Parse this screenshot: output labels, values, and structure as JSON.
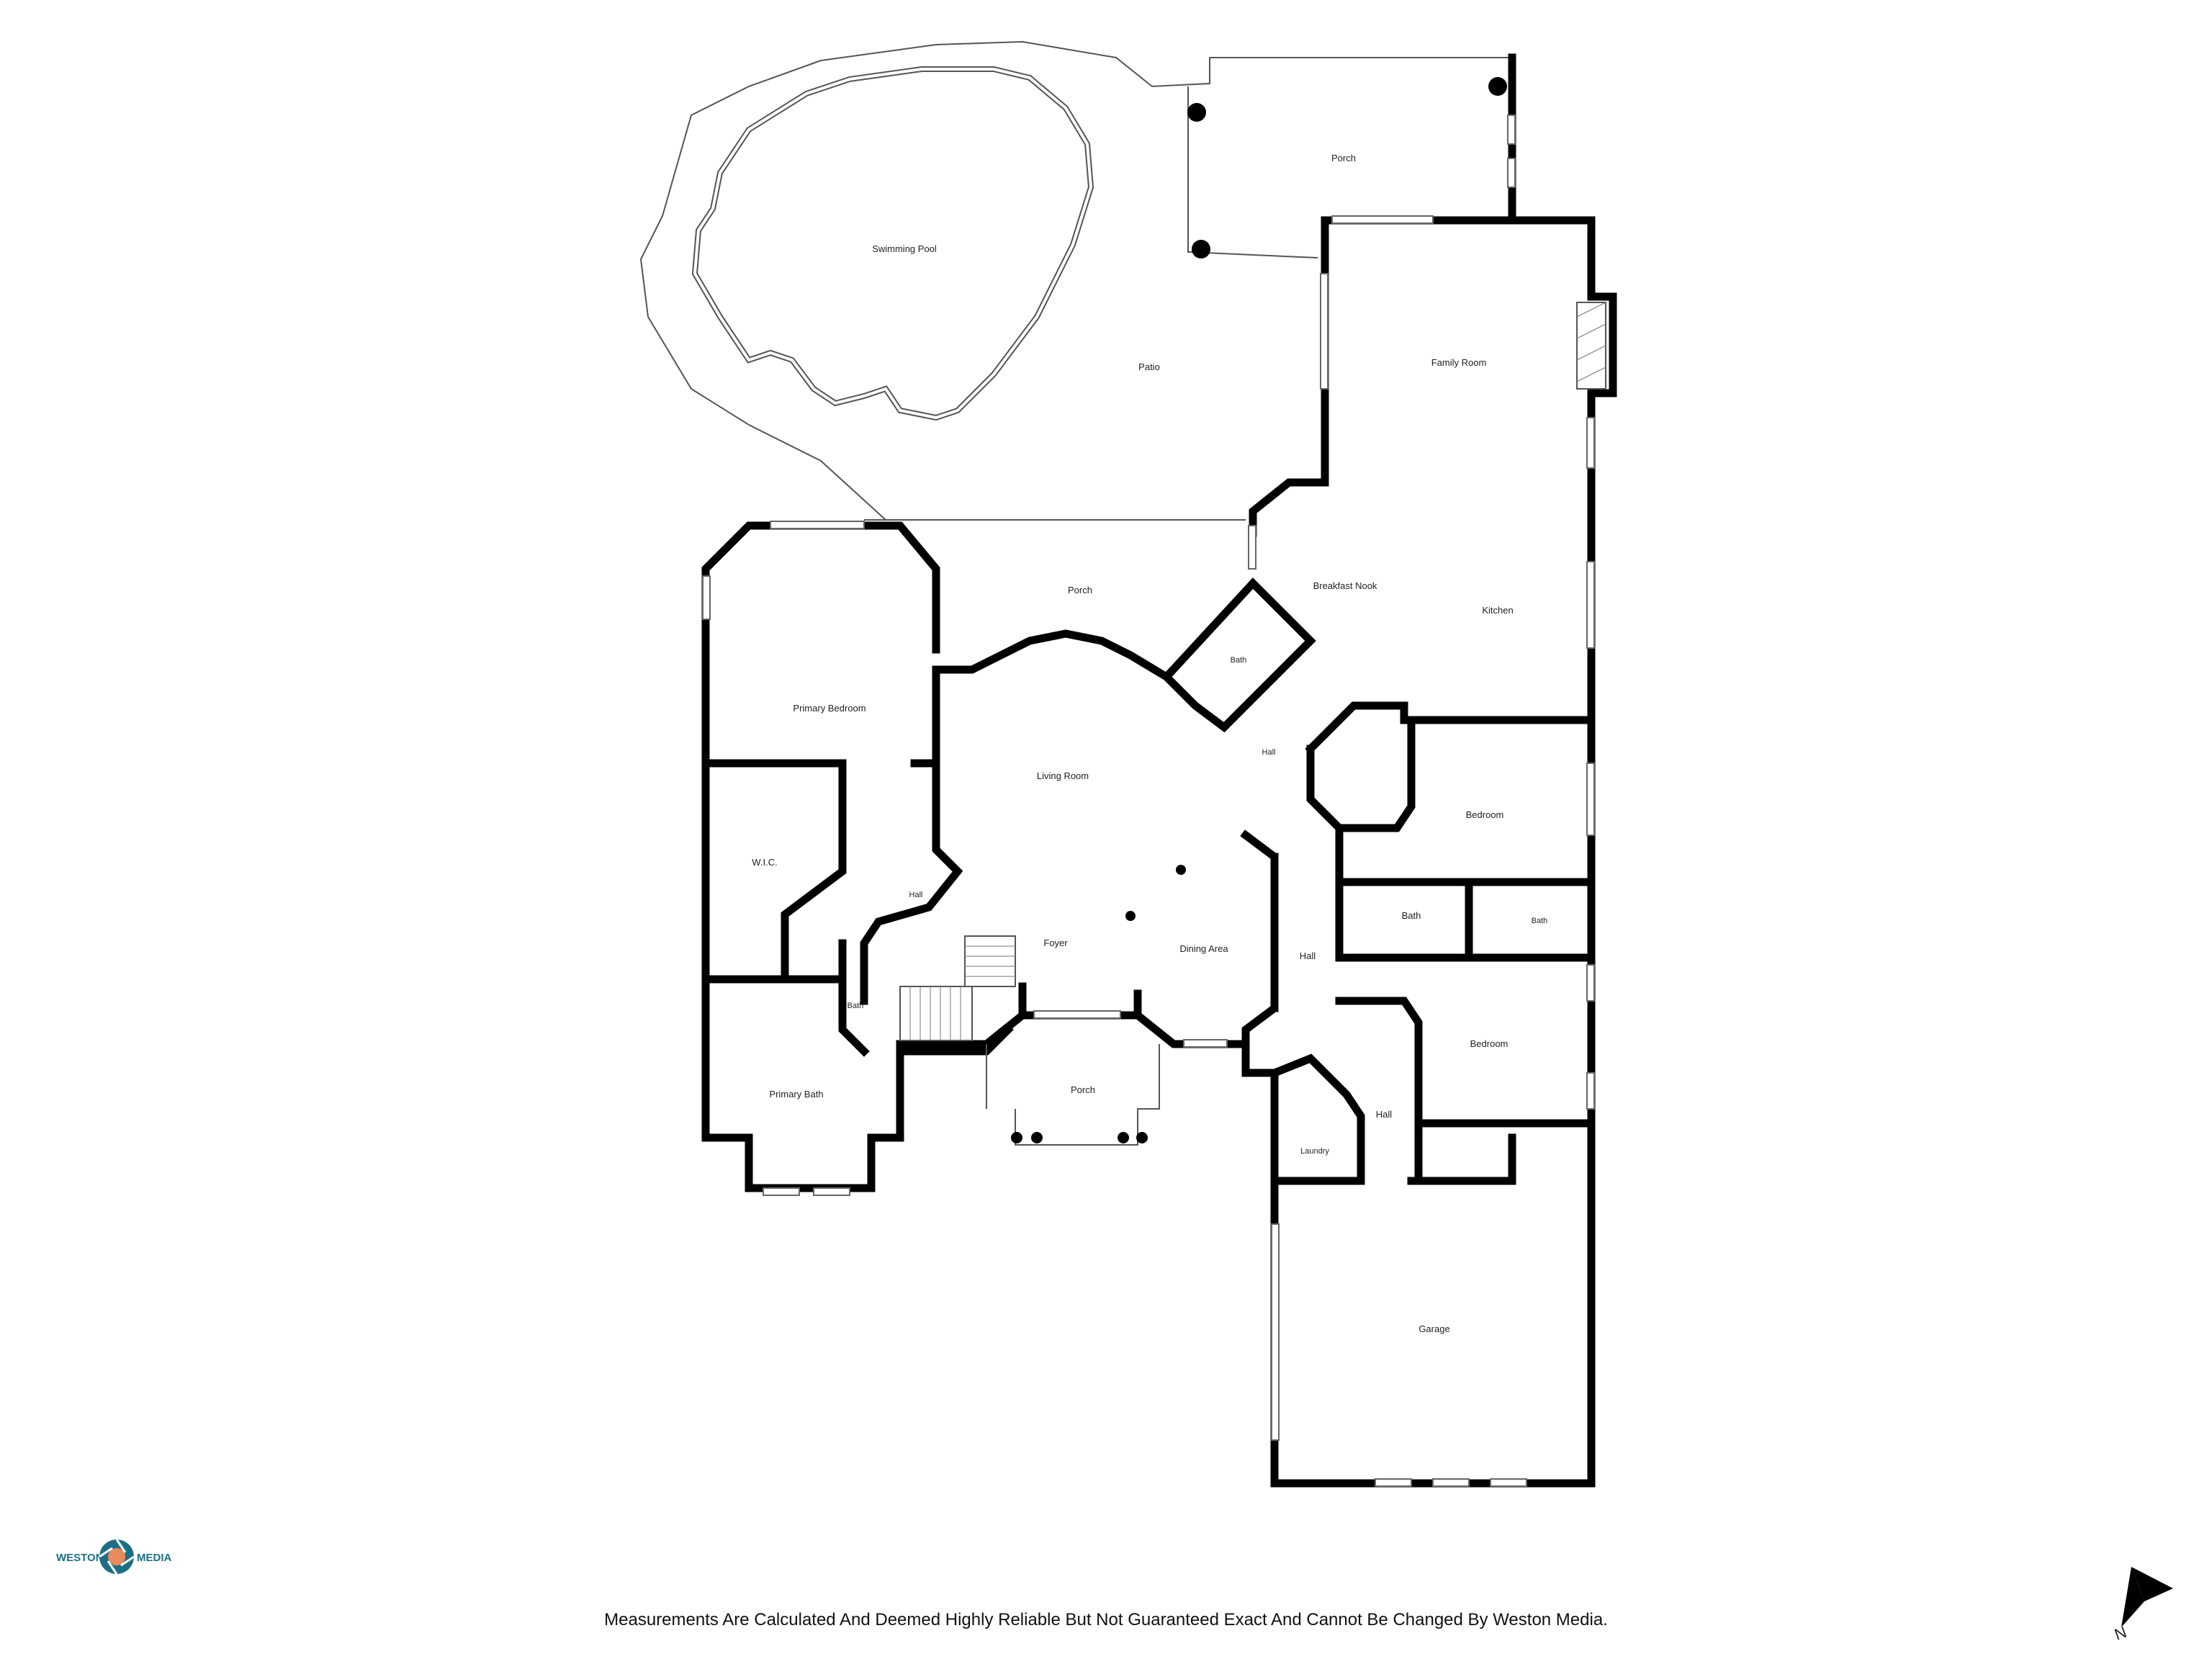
{
  "rooms": {
    "porch_top": "Porch",
    "swimming_pool": "Swimming Pool",
    "patio": "Patio",
    "family_room": "Family Room",
    "porch_back": "Porch",
    "breakfast_nook": "Breakfast Nook",
    "kitchen": "Kitchen",
    "bath_center": "Bath",
    "primary_bedroom": "Primary Bedroom",
    "hall_center": "Hall",
    "living_room": "Living Room",
    "bedroom_upper": "Bedroom",
    "wic": "W.I.C.",
    "hall_small": "Hall",
    "bath_right_a": "Bath",
    "bath_right_b": "Bath",
    "foyer": "Foyer",
    "dining_area": "Dining Area",
    "hall_right": "Hall",
    "bath_primary_small": "Bath",
    "bedroom_lower": "Bedroom",
    "porch_front": "Porch",
    "primary_bath": "Primary Bath",
    "hall_lower": "Hall",
    "laundry": "Laundry",
    "garage": "Garage"
  },
  "logo": {
    "left": "WESTON",
    "right": "MEDIA"
  },
  "compass": {
    "label": "N"
  },
  "footer": {
    "disclaimer": "Measurements Are Calculated And Deemed Highly Reliable But Not Guaranteed Exact And Cannot Be Changed By Weston Media."
  }
}
